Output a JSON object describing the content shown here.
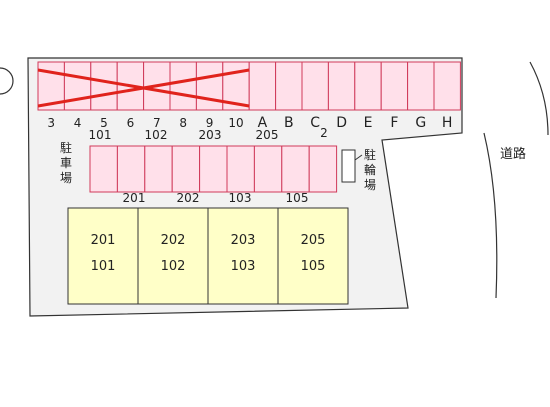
{
  "top_row": {
    "numbers": [
      "3",
      "4",
      "5",
      "6",
      "7",
      "8",
      "9",
      "10"
    ],
    "letters": [
      "A",
      "B",
      "C",
      "D",
      "E",
      "F",
      "G",
      "H"
    ],
    "sub_labels": [
      "101",
      "102",
      "203",
      "205",
      "2"
    ],
    "crossed_count": 8
  },
  "parking_label_left": "駐車場",
  "bicycle_label": "駐輪場",
  "road_label": "道路",
  "middle_row": {
    "labels": [
      "201",
      "202",
      "103",
      "105"
    ]
  },
  "buildings": [
    {
      "top": "201",
      "bottom": "101"
    },
    {
      "top": "202",
      "bottom": "102"
    },
    {
      "top": "203",
      "bottom": "103"
    },
    {
      "top": "205",
      "bottom": "105"
    }
  ],
  "colors": {
    "parking_fill": "#ffe0ea",
    "parking_stroke": "#d03a5a",
    "building_fill": "#ffffc8",
    "cross": "#e0231c",
    "lot_fill": "#f2f2f2"
  }
}
